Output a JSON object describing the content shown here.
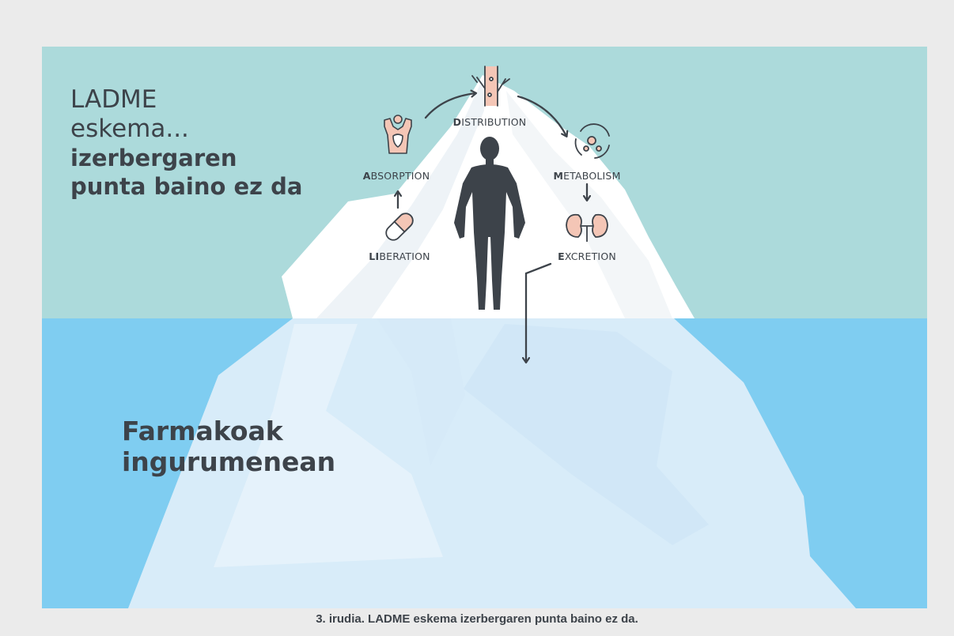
{
  "header": {
    "line1": "LADME",
    "line2": "eskema...",
    "line3": "izerbergaren",
    "line4": "punta baino ez da"
  },
  "underwater": {
    "line1": "Farmakoak",
    "line2": "ingurumenean"
  },
  "stages": [
    {
      "initial": "D",
      "rest": "ISTRIBUTION",
      "icon": "blood-vessel-icon"
    },
    {
      "initial": "A",
      "rest": "BSORPTION",
      "icon": "body-organs-icon"
    },
    {
      "initial": "M",
      "rest": "ETABOLISM",
      "icon": "metabolism-cycle-icon"
    },
    {
      "initial": "LI",
      "rest": "BERATION",
      "icon": "pill-icon"
    },
    {
      "initial": "E",
      "rest": "XCRETION",
      "icon": "kidneys-icon"
    }
  ],
  "caption": "3. irudia. LADME eskema izerbergaren punta baino ez da.",
  "colors": {
    "background": "#ebebeb",
    "sky": "#acdadb",
    "sea": "#7fcdf1",
    "ice_top": "#ffffff",
    "ice_underwater": "#dcedf9",
    "text": "#3d434a",
    "icon_fill": "#f4c6b6"
  }
}
